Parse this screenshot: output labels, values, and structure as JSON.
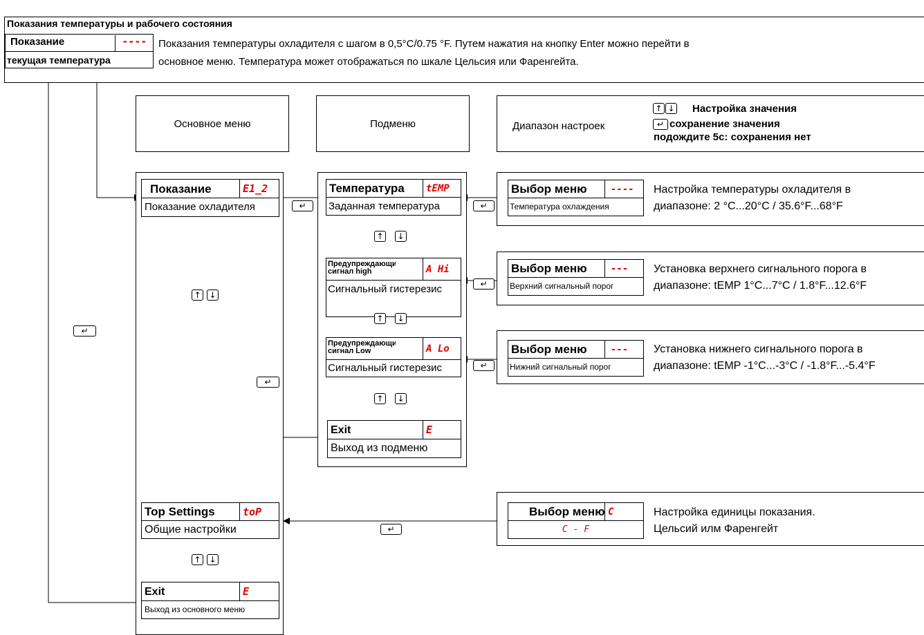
{
  "top": {
    "title": "Показания температуры и рабочего состояния",
    "display_label": "Показание",
    "display_code": "----",
    "display_sub": "текущая температура",
    "description_line1": "Показания температуры охладителя с шагом в 0,5°C/0.75 °F. Путем нажатия на кнопку Enter можно перейти в",
    "description_line2": "основное меню. Температура может отображаться по шкале Цельсия или Фаренгейта."
  },
  "headers": {
    "main_menu": "Основное меню",
    "submenu": "Подменю",
    "range": "Диапазон настроек",
    "legend_arrows": "Настройка значения",
    "legend_enter": "сохранение значения",
    "legend_wait": "подождите 5с: сохранения нет"
  },
  "icons": {
    "up": "↑",
    "down": "↓",
    "enter": "↵"
  },
  "main_menu": {
    "item1_label": "Показание",
    "item1_code": "E1_2",
    "item1_sub": "Показание охладителя",
    "item2_label": "Top Settings",
    "item2_code": "toP",
    "item2_sub": "Общие настройки",
    "item3_label": "Exit",
    "item3_code": "E",
    "item3_sub": "Выход из основного меню"
  },
  "submenu": {
    "item1_label": "Температура",
    "item1_code": "tEMP",
    "item1_sub": "Заданная температура",
    "item2_label": "Предупреждающий сигнал high",
    "item2_code": "A Hi",
    "item2_sub": "Сигнальный гистерезис",
    "item3_label": "Предупреждающий сигнал Low",
    "item3_code": "A Lo",
    "item3_sub": "Сигнальный гистерезис",
    "item4_label": "Exit",
    "item4_code": "E",
    "item4_sub": "Выход из подменю"
  },
  "settings": {
    "s1_label": "Выбор меню",
    "s1_code": "----",
    "s1_sub": "Температура охлаждения",
    "s1_desc1": "Настройка температуры охладителя в",
    "s1_desc2": "диапазоне: 2 °C...20°C / 35.6°F...68°F",
    "s2_label": "Выбор меню",
    "s2_code": "---",
    "s2_sub": "Верхний сигнальный порог",
    "s2_desc1": "Установка верхнего сигнального порога в",
    "s2_desc2": "диапазоне: tEMP 1°C...7°C / 1.8°F...12.6°F",
    "s3_label": "Выбор меню",
    "s3_code": "---",
    "s3_sub": "Нижний сигнальный порог",
    "s3_desc1": "Установка нижнего сигнального порога в",
    "s3_desc2": "диапазоне: tEMP -1°C...-3°C / -1.8°F...-5.4°F",
    "s4_label": "Выбор меню",
    "s4_code": "C",
    "s4_sub": "C - F",
    "s4_desc1": "Настройка единицы показания.",
    "s4_desc2": "Цельсий илм Фаренгейт"
  },
  "colors": {
    "code_red": "#e00000"
  }
}
